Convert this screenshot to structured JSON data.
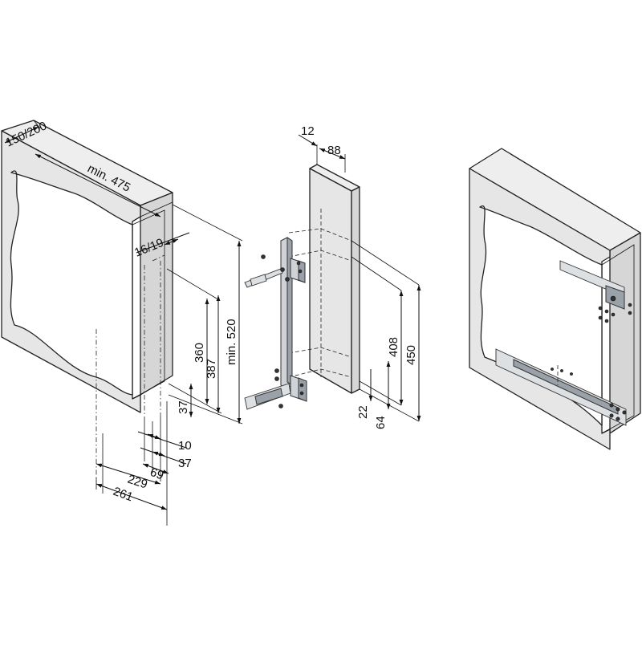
{
  "diagram": {
    "views": [
      "cabinet-dimensions",
      "pullout-unit",
      "installed-view"
    ],
    "dimensions": {
      "panel_thickness": "150/200",
      "min_inner_depth": "min. 475",
      "side_thickness": "16/19",
      "height_360": "360",
      "height_387": "387",
      "min_height": "min. 520",
      "bottom_37": "37",
      "offset_10": "10",
      "offset_37": "37",
      "width_69": "69",
      "width_229": "229",
      "width_261": "261",
      "frame_12": "12",
      "frame_88": "88",
      "height_408": "408",
      "height_450": "450",
      "bottom_22": "22",
      "bottom_64": "64"
    },
    "colors": {
      "line": "#222222",
      "panel": "#e6e6e6",
      "metal": "#cfd3d7"
    }
  }
}
